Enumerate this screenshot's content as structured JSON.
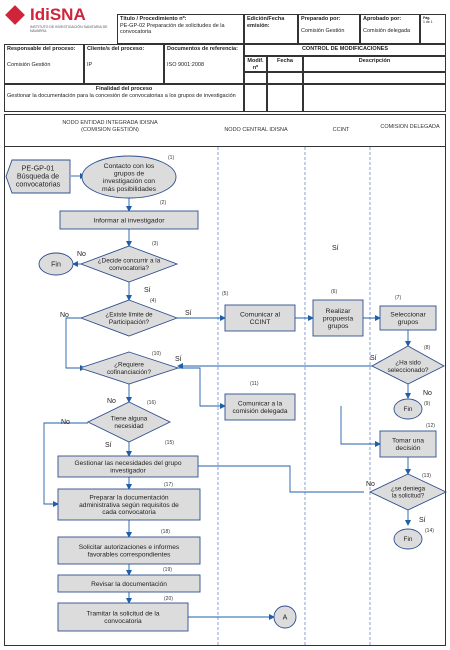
{
  "header": {
    "logo_text": "IdiSNA",
    "logo_sub": "INSTITUTO DE INVESTIGACIÓN SANITARIA DE NAVARRA",
    "title_label": "Título / Procedimiento nº:",
    "title_value": "PE-GP-02 Preparación de solicitudes de la convocatoria",
    "edition_label": "Edición/Fecha emisión:",
    "prepared_label": "Preparado por:",
    "prepared_value": "Comisión Gestión",
    "approved_label": "Aprobado por:",
    "approved_value": "Comisión delegada",
    "page_label": "Pág.",
    "page_value": "1 de 1",
    "owner_label": "Responsable del proceso:",
    "owner_value": "Comisión Gestión",
    "client_label": "Cliente/s del proceso:",
    "client_value": "IP",
    "docs_label": "Documentos de referencia:",
    "docs_value": "ISO 9001:2008",
    "changes_title": "CONTROL DE MODIFICACIONES",
    "changes_col1": "Modif. nº",
    "changes_col2": "Fecha",
    "changes_col3": "Descripción",
    "purpose_title": "Finalidad del proceso",
    "purpose_text": "Gestionar la documentación para la concesión de convocatorias a los grupos de investigación"
  },
  "lanes": {
    "lane1": "NODO ENTIDAD INTEGRADA IDISNA (COMISION GESTIÓN)",
    "lane2": "NODO CENTRAL IDISNA",
    "lane3": "CCINT",
    "lane4": "COMISION DELEGADA"
  },
  "nodes": {
    "ext_start": [
      "PE-GP-01",
      "Búsqueda de",
      "convocatorias"
    ],
    "n1": [
      "Contacto con los",
      "grupos de",
      "investigación con",
      "más posibilidades"
    ],
    "n2": [
      "Informar al investigador"
    ],
    "d3": [
      "¿Decide concurrir a la",
      "convocatoria?"
    ],
    "fin1": [
      "Fin"
    ],
    "d4": [
      "¿Existe límite de",
      "Participación?"
    ],
    "n5": [
      "Comunicar al",
      "CCINT"
    ],
    "n6": [
      "Realizar",
      "propuesta",
      "grupos"
    ],
    "n7": [
      "Seleccionar",
      "grupos"
    ],
    "d8": [
      "¿Ha sido",
      "seleccionado?"
    ],
    "fin9": [
      "Fin"
    ],
    "d10": [
      "¿Requiere",
      "cofinanciación?"
    ],
    "n11": [
      "Comunicar a la",
      "comisión delegada"
    ],
    "n12": [
      "Tomar una",
      "decisión"
    ],
    "d13": [
      "¿se deniega",
      "la solicitud?"
    ],
    "fin14": [
      "Fin"
    ],
    "d16": [
      "Tiene alguna",
      "necesidad"
    ],
    "n15": [
      "Gestionar las necesidades del grupo",
      "investigador"
    ],
    "n17": [
      "Preparar la documentación",
      "administrativa según requisitos de",
      "cada convocatoria"
    ],
    "n18": [
      "Solicitar autorizaciones e informes",
      "favorables correspondientes"
    ],
    "n19": [
      "Revisar la documentación"
    ],
    "n20": [
      "Tramitar la solicitud de la",
      "convocatoria"
    ],
    "conn_a": [
      "A"
    ]
  },
  "numbers": {
    "n1": "(1)",
    "n2": "(2)",
    "n3": "(3)",
    "n4": "(4)",
    "n5": "(5)",
    "n6": "(6)",
    "n7": "(7)",
    "n8": "(8)",
    "n9": "(9)",
    "n10": "(10)",
    "n11": "(11)",
    "n12": "(12)",
    "n13": "(13)",
    "n14": "(14)",
    "n15": "(15)",
    "n16": "(16)",
    "n17": "(17)",
    "n18": "(18)",
    "n19": "(19)",
    "n20": "(20)"
  },
  "labels": {
    "yes": "Sí",
    "no": "No"
  },
  "colors": {
    "node_fill": "#dcdcdc",
    "node_stroke": "#2f4f8f",
    "line": "#1f5fa8",
    "logo_red": "#d0243a",
    "dashed": "#6c8ccc"
  }
}
